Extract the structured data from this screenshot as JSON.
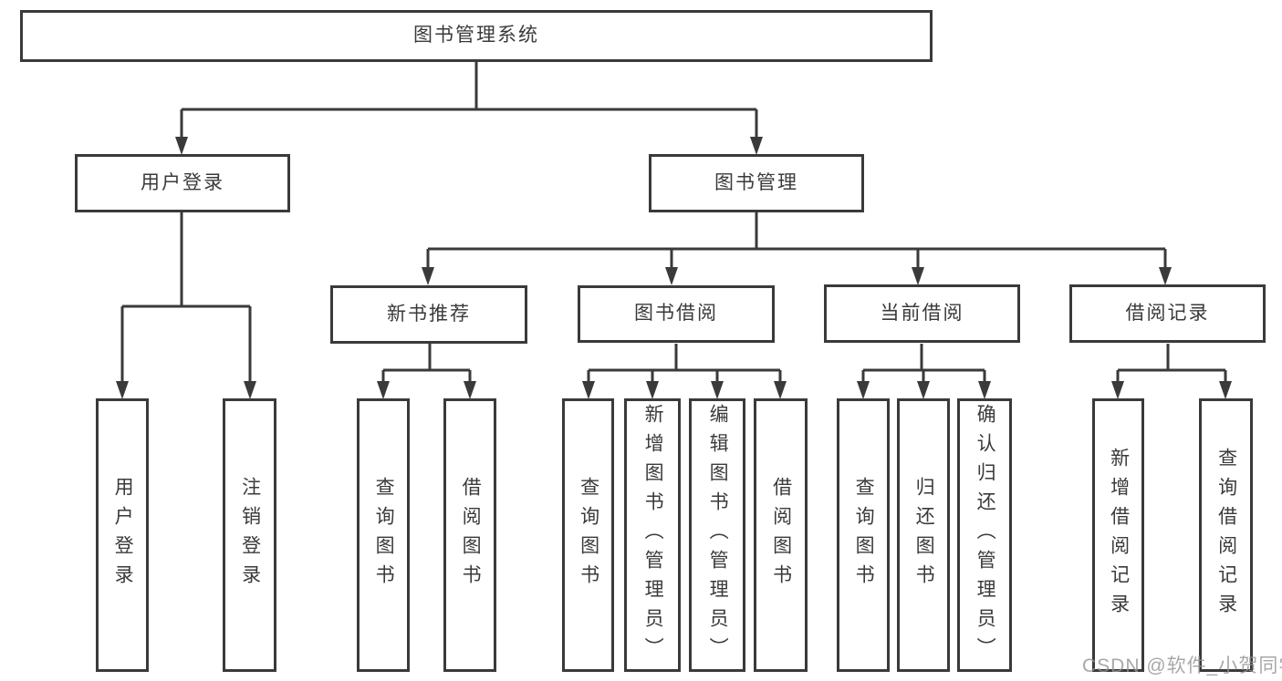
{
  "diagram_title": "图书管理系统",
  "tree": {
    "root": {
      "label": "图书管理系统"
    },
    "user": {
      "label": "用户登录",
      "children": [
        {
          "label": "用户登录"
        },
        {
          "label": "注销登录"
        }
      ]
    },
    "book": {
      "label": "图书管理",
      "groups": [
        {
          "label": "新书推荐",
          "children": [
            {
              "label": "查询图书"
            },
            {
              "label": "借阅图书"
            }
          ]
        },
        {
          "label": "图书借阅",
          "children": [
            {
              "label": "查询图书"
            },
            {
              "label": "新增图书（管理员）"
            },
            {
              "label": "编辑图书（管理员）"
            },
            {
              "label": "借阅图书"
            }
          ]
        },
        {
          "label": "当前借阅",
          "children": [
            {
              "label": "查询图书"
            },
            {
              "label": "归还图书"
            },
            {
              "label": "确认归还（管理员）"
            }
          ]
        },
        {
          "label": "借阅记录",
          "children": [
            {
              "label": "新增借阅记录"
            },
            {
              "label": "查询借阅记录"
            }
          ]
        }
      ]
    }
  },
  "watermark": "CSDN @软件_小贺同学",
  "colors": {
    "line": "#3a3a3a",
    "text": "#3a3a3a",
    "box_background": "#ffffff",
    "watermark": "#949292",
    "background": "#ffffff"
  }
}
